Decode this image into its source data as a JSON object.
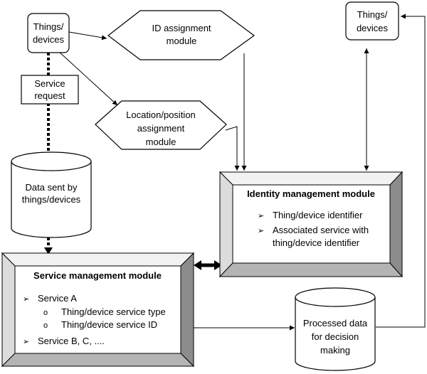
{
  "nodes": {
    "things_left": [
      "Things/",
      "devices"
    ],
    "id_assign": [
      "ID assignment",
      "module"
    ],
    "service_request": [
      "Service",
      "request"
    ],
    "location": [
      "Location/position",
      "assignment",
      "module"
    ],
    "data_sent": [
      "Data sent by",
      "things/devices"
    ],
    "things_right": [
      "Things/",
      "devices"
    ],
    "identity": {
      "title": "Identity management module",
      "items": [
        "Thing/device identifier",
        "Associated service with",
        "thing/device identifier"
      ]
    },
    "service": {
      "title": "Service management module",
      "service_a": "Service A",
      "sub1": "Thing/device service type",
      "sub2": "Thing/device service ID",
      "service_bc": "Service B, C, ...."
    },
    "processed": [
      "Processed data",
      "for decision",
      "making"
    ]
  },
  "glyphs": {
    "bullet": "➢",
    "circle": "o"
  }
}
